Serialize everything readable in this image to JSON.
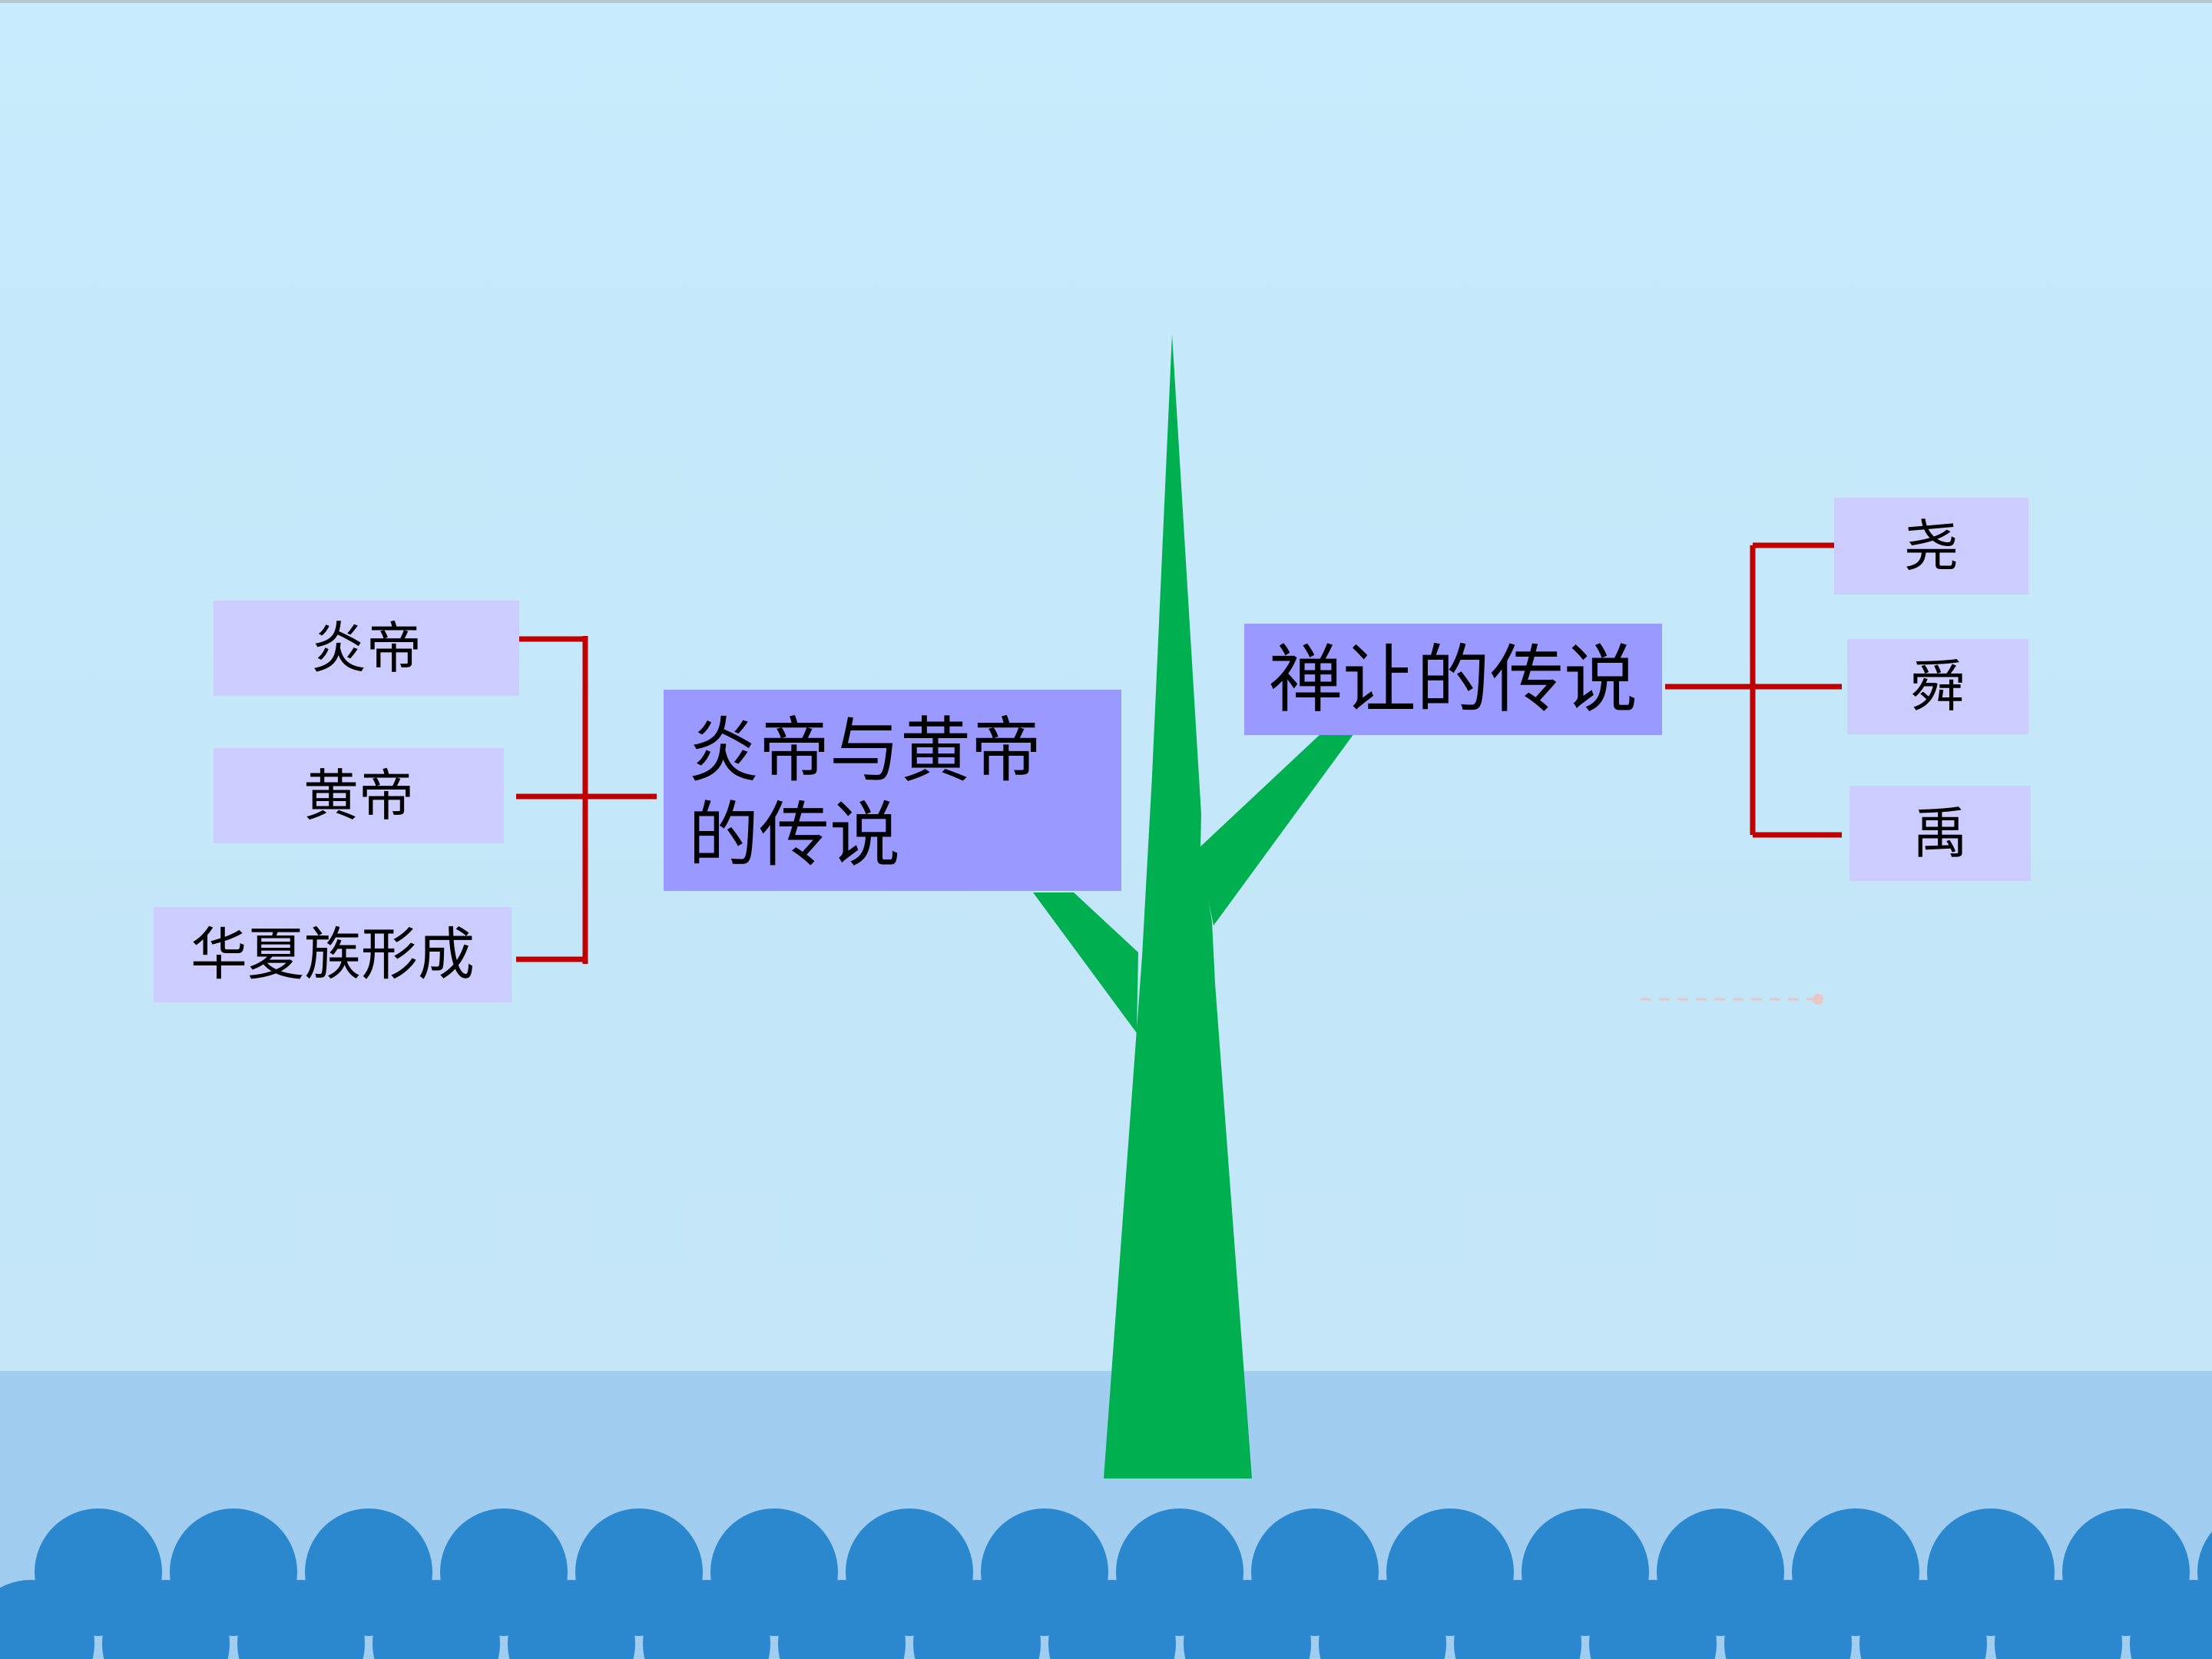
{
  "diagram": {
    "root_left": {
      "label": "炎帝与黄帝的传说"
    },
    "root_right": {
      "label": "禅让的传说"
    },
    "left_children": [
      {
        "label": "炎帝"
      },
      {
        "label": "黄帝"
      },
      {
        "label": "华夏族形成"
      }
    ],
    "right_children": [
      {
        "label": "尧"
      },
      {
        "label": "舜"
      },
      {
        "label": "禹"
      }
    ]
  },
  "colors": {
    "sky": "#c6e9fb",
    "ground": "#a0cdf0",
    "waves": "#2b88cf",
    "trunk": "#00b050",
    "connector": "#c00000",
    "main_box": "#9999ff",
    "child_box": "#ccccff"
  }
}
